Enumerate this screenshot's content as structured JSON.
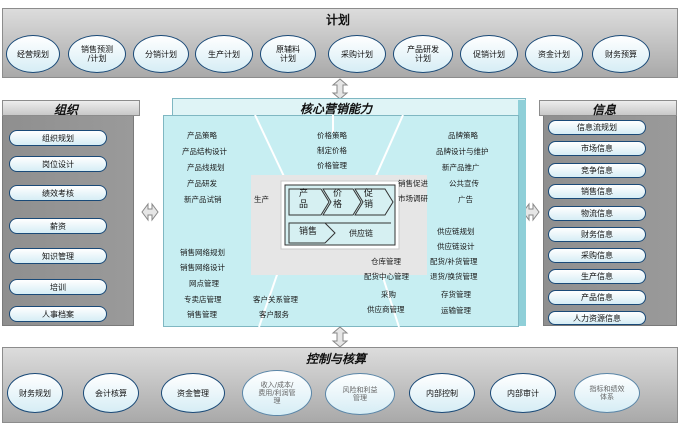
{
  "plan": {
    "title": "计划",
    "items": [
      "经营规划",
      "销售预测\n/计划",
      "分销计划",
      "生产计划",
      "原辅料\n计划",
      "采购计划",
      "产品研发\n计划",
      "促销计划",
      "资金计划",
      "财务预算"
    ]
  },
  "organization": {
    "title": "组织",
    "items": [
      "组织规划",
      "岗位设计",
      "绩效考核",
      "薪资",
      "知识管理",
      "培训",
      "人事档案"
    ]
  },
  "information": {
    "title": "信息",
    "items": [
      "信息流规划",
      "市场信息",
      "竞争信息",
      "销售信息",
      "物流信息",
      "财务信息",
      "采购信息",
      "生产信息",
      "产品信息",
      "人力资源信息"
    ]
  },
  "control": {
    "title": "控制与核算",
    "items": [
      "财务规划",
      "会计核算",
      "资金管理",
      "收入/成本/\n费用/利润管\n理",
      "风险和利益\n管理",
      "内部控制",
      "内部审计",
      "指标和绩效\n体系"
    ]
  },
  "core": {
    "title": "核心营销能力",
    "product_labels": [
      "产品策略",
      "产品结构设计",
      "产品线规划",
      "产品研发",
      "新产品试销"
    ],
    "price_labels": [
      "价格策略",
      "制定价格",
      "价格管理"
    ],
    "promo_labels": [
      "品牌策略",
      "品牌设计与维护",
      "新产品推广",
      "公共宣传",
      "广告"
    ],
    "sales_labels": [
      "销售网络规划",
      "销售网络设计",
      "网点管理",
      "专卖店管理",
      "销售管理"
    ],
    "customer_labels": [
      "客户关系管理",
      "客户服务"
    ],
    "supply_labels": [
      "供应链规划",
      "供应链设计",
      "配货/补货管理",
      "退货/换货管理",
      "存货管理",
      "运输管理"
    ],
    "warehouse_labels": [
      "仓库管理",
      "配货中心管理",
      "采购",
      "供应商管理"
    ],
    "side_labels": {
      "production": "生产",
      "promo_sales": "销售促进",
      "market_research": "市场调研"
    },
    "center": {
      "product": "产品",
      "price": "价格",
      "promo": "促销",
      "sales": "销售",
      "supply": "供应链"
    }
  },
  "colors": {
    "pill_border": "#1a4a78",
    "core_bg": "#c7eef2",
    "band_gray": "#a9a9a9"
  }
}
